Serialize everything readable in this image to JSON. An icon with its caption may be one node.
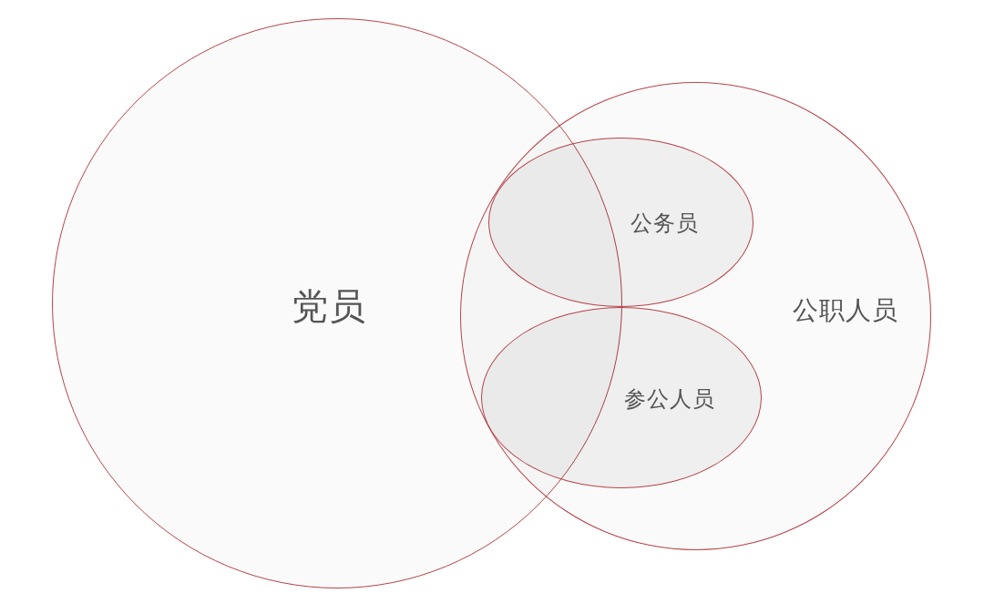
{
  "diagram": {
    "nodes": [
      {
        "text": [
          "党员"
        ]
      },
      {
        "text": [
          "公职人员"
        ]
      },
      {
        "text": [
          "公务员"
        ],
        "in": 1
      },
      {
        "text": [
          "参公人员"
        ],
        "in": 1
      }
    ]
  }
}
